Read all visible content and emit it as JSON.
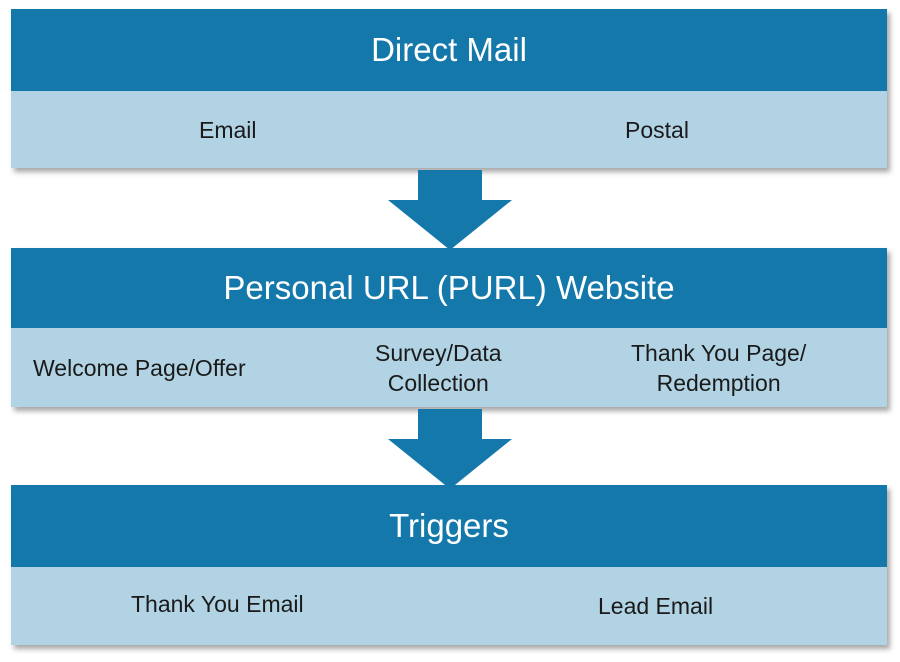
{
  "stages": [
    {
      "title": "Direct Mail",
      "items": [
        "Email",
        "Postal"
      ]
    },
    {
      "title": "Personal URL (PURL) Website",
      "items": [
        "Welcome Page/Offer",
        "Survey/Data\nCollection",
        "Thank You Page/\nRedemption"
      ]
    },
    {
      "title": "Triggers",
      "items": [
        "Thank You Email",
        "Lead Email"
      ]
    }
  ],
  "colors": {
    "header": "#1478ab",
    "body": "#b1d3e4",
    "arrow": "#1478ab"
  }
}
